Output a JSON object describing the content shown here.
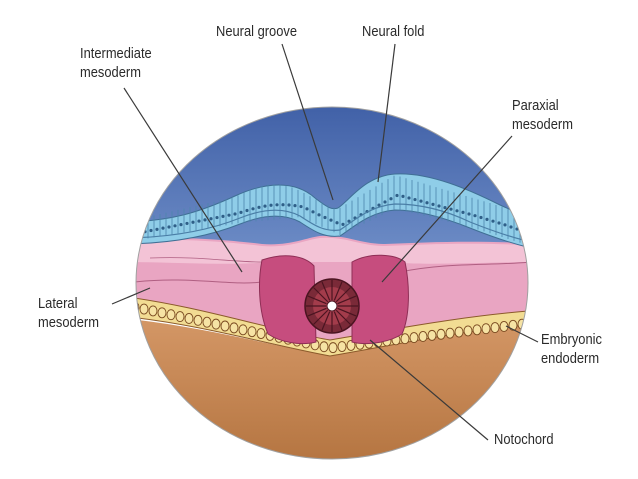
{
  "labels": {
    "neural_groove": "Neural groove",
    "neural_fold": "Neural fold",
    "intermediate_mesoderm": [
      "Intermediate",
      "mesoderm"
    ],
    "paraxial_mesoderm": [
      "Paraxial",
      "mesoderm"
    ],
    "lateral_mesoderm": [
      "Lateral",
      "mesoderm"
    ],
    "embryonic_endoderm": [
      "Embryonic",
      "endoderm"
    ],
    "notochord": "Notochord"
  },
  "colors": {
    "amniotic_cavity": "#5b79b8",
    "ectoderm": "#8fcde8",
    "mesoderm": "#e9a5c2",
    "paraxial_block": "#c64d7e",
    "notochord": "#7a2a38",
    "endoderm_cells": "#f2dc93",
    "yolk_sac": "#c98a58",
    "leader_line": "#3a3a3a"
  }
}
